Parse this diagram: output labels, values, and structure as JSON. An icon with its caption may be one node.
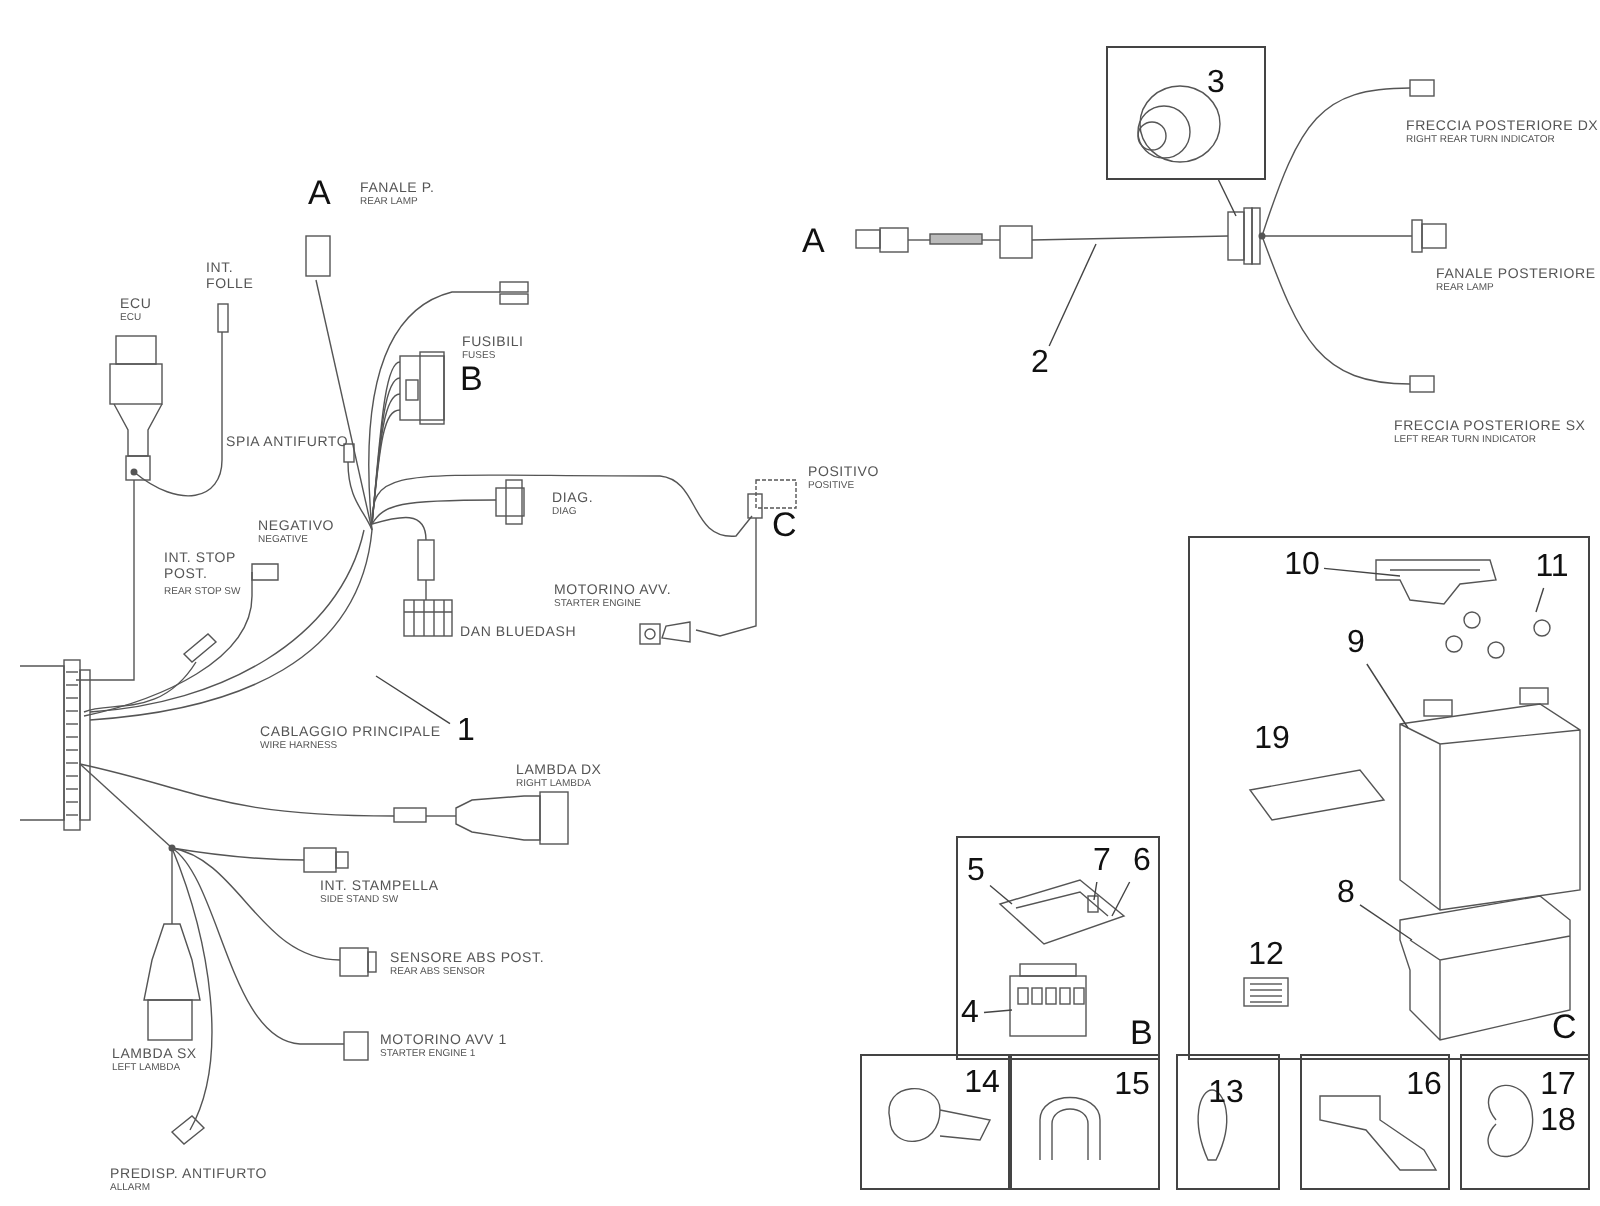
{
  "diagram": {
    "nodes": [
      {
        "text": [],
        "shape": "box"
      },
      {
        "text": [
          "3"
        ],
        "in": 0
      },
      {
        "text": [
          "1"
        ]
      },
      {
        "text": [
          "2"
        ]
      },
      {
        "text": [],
        "shape": "box"
      },
      {
        "text": [
          "10"
        ],
        "in": 4
      },
      {
        "text": [
          "11"
        ],
        "in": 4
      },
      {
        "text": [
          "9"
        ],
        "in": 4
      },
      {
        "text": [
          "19"
        ],
        "in": 4
      },
      {
        "text": [
          "8"
        ],
        "in": 4
      },
      {
        "text": [
          "12"
        ],
        "in": 4
      },
      {
        "text": [],
        "shape": "box"
      },
      {
        "text": [
          "5"
        ],
        "in": 11
      },
      {
        "text": [
          "7"
        ],
        "in": 11
      },
      {
        "text": [
          "6"
        ],
        "in": 11
      },
      {
        "text": [
          "4"
        ],
        "in": 11
      },
      {
        "text": [],
        "shape": "box"
      },
      {
        "text": [
          "14"
        ],
        "in": 16
      },
      {
        "text": [],
        "shape": "box"
      },
      {
        "text": [
          "15"
        ],
        "in": 18
      },
      {
        "text": [],
        "shape": "box"
      },
      {
        "text": [
          "13"
        ],
        "in": 20
      },
      {
        "text": [],
        "shape": "box"
      },
      {
        "text": [
          "16"
        ],
        "in": 22
      },
      {
        "text": [],
        "shape": "box"
      },
      {
        "text": [
          "17",
          "18"
        ],
        "in": 24
      }
    ],
    "edges": [
      {
        "from": 0,
        "to": null,
        "arrow": "none"
      },
      {
        "from": 2,
        "to": null,
        "arrow": "none"
      },
      {
        "from": 3,
        "to": null,
        "arrow": "none"
      },
      {
        "from": 5,
        "to": null,
        "arrow": "none"
      },
      {
        "from": 6,
        "to": null,
        "arrow": "none"
      },
      {
        "from": 7,
        "to": null,
        "arrow": "none"
      },
      {
        "from": 9,
        "to": null,
        "arrow": "none"
      },
      {
        "from": 12,
        "to": null,
        "arrow": "none"
      },
      {
        "from": 13,
        "to": null,
        "arrow": "none"
      },
      {
        "from": 14,
        "to": null,
        "arrow": "none"
      },
      {
        "from": 15,
        "to": null,
        "arrow": "none"
      }
    ],
    "labels": [
      "A",
      "FANALE P.",
      "REAR LAMP",
      "FRECCIA POSTERIORE DX",
      "RIGHT REAR TURN INDICATOR",
      "A",
      "INT. FOLLE",
      "FANALE POSTERIORE",
      "REAR LAMP",
      "ECU",
      "ECU",
      "FUSIBILI",
      "FUSES",
      "B",
      "FRECCIA POSTERIORE SX",
      "LEFT REAR TURN INDICATOR",
      "SPIA ANTIFURTO",
      "POSITIVO",
      "POSITIVE",
      "DIAG.",
      "DIAG",
      "C",
      "NEGATIVO",
      "NEGATIVE",
      "INT. STOP POST.",
      "REAR STOP SW",
      "MOTORINO AVV.",
      "STARTER ENGINE",
      "DAN BLUEDASH",
      "CABLAGGIO PRINCIPALE",
      "WIRE HARNESS",
      "LAMBDA DX",
      "RIGHT LAMBDA",
      "INT. STAMPELLA",
      "SIDE STAND SW",
      "SENSORE ABS POST.",
      "REAR ABS SENSOR",
      "C",
      "MOTORINO AVV 1",
      "STARTER ENGINE 1",
      "B",
      "LAMBDA SX",
      "LEFT LAMBDA",
      "PREDISP. ANTIFURTO",
      "ALLARM"
    ]
  }
}
